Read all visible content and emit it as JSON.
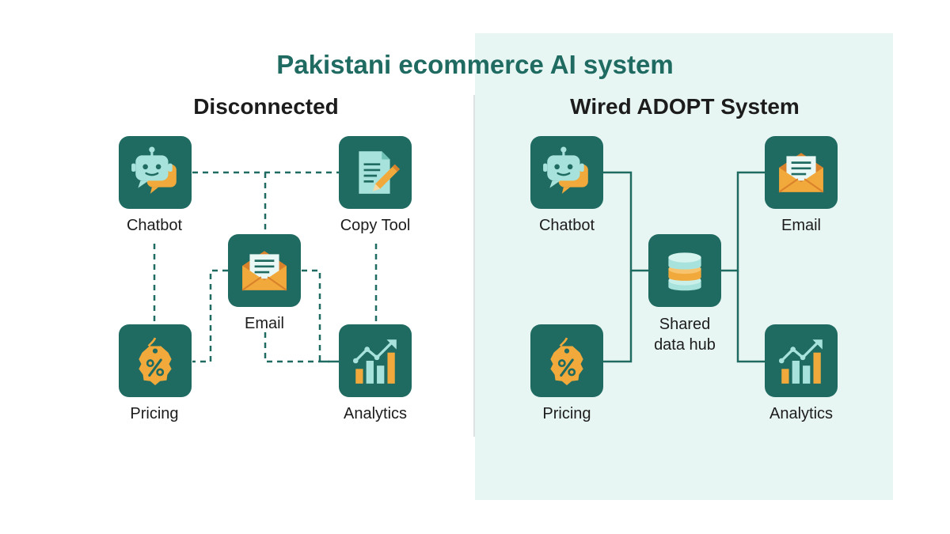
{
  "title": "Pakistani ecommerce AI system",
  "left": {
    "subtitle": "Disconnected",
    "nodes": {
      "chatbot": "Chatbot",
      "copy_tool": "Copy Tool",
      "email": "Email",
      "pricing": "Pricing",
      "analytics": "Analytics"
    }
  },
  "right": {
    "subtitle": "Wired ADOPT System",
    "nodes": {
      "chatbot": "Chatbot",
      "email": "Email",
      "hub_line1": "Shared",
      "hub_line2": "data hub",
      "pricing": "Pricing",
      "analytics": "Analytics"
    }
  },
  "icons": [
    "robot-icon",
    "document-pencil-icon",
    "envelope-icon",
    "price-tag-icon",
    "bar-chart-icon",
    "database-icon"
  ],
  "colors": {
    "teal": "#1f6b62",
    "panel": "#e8f6f3",
    "orange": "#f2a93b",
    "mint": "#a7e3dc"
  }
}
